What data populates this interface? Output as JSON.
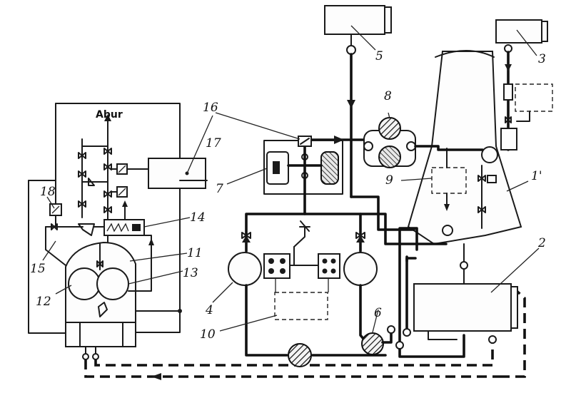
{
  "diagram": {
    "steam_label": "Abur",
    "labels": [
      "1'",
      "2",
      "3",
      "4",
      "5",
      "6",
      "7",
      "8",
      "9",
      "10",
      "11",
      "12",
      "13",
      "14",
      "15",
      "16",
      "17",
      "18"
    ]
  }
}
